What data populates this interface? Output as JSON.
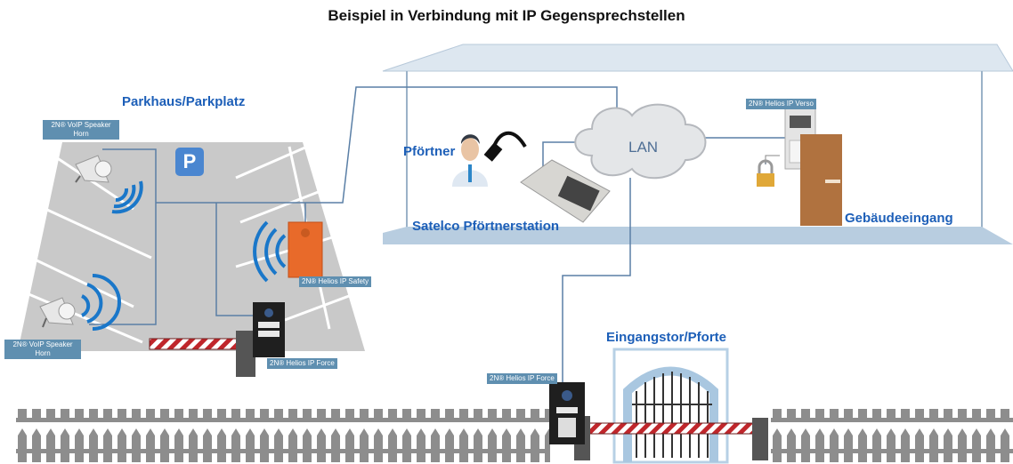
{
  "title": "Beispiel in Verbindung mit IP Gegensprechstellen",
  "areas": {
    "parking": "Parkhaus/Parkplatz",
    "porter": "Pförtner",
    "porter_station": "Satelco Pförtnerstation",
    "building_entrance": "Gebäudeeingang",
    "gate": "Eingangstor/Pforte"
  },
  "network": {
    "lan": "LAN"
  },
  "devices": {
    "speaker_top": "2N® VoIP Speaker Horn",
    "speaker_bottom": "2N® VoIP Speaker Horn",
    "safety": "2N® Helios IP Safety",
    "force_parking": "2N® Helios IP Force",
    "verso": "2N® Helios IP Verso",
    "force_gate": "2N® Helios IP Force"
  },
  "icons": {
    "parking_sign": "P"
  },
  "colors": {
    "label_blue": "#1d5fb8",
    "tag_bg": "#5f8fb0",
    "wire": "#5a7fa6",
    "lot_gray": "#c9c9c9",
    "safety_orange": "#e86a2a",
    "door_brown": "#b0723f",
    "building_floor": "#b8cde0",
    "fence": "#8a8a8a"
  }
}
